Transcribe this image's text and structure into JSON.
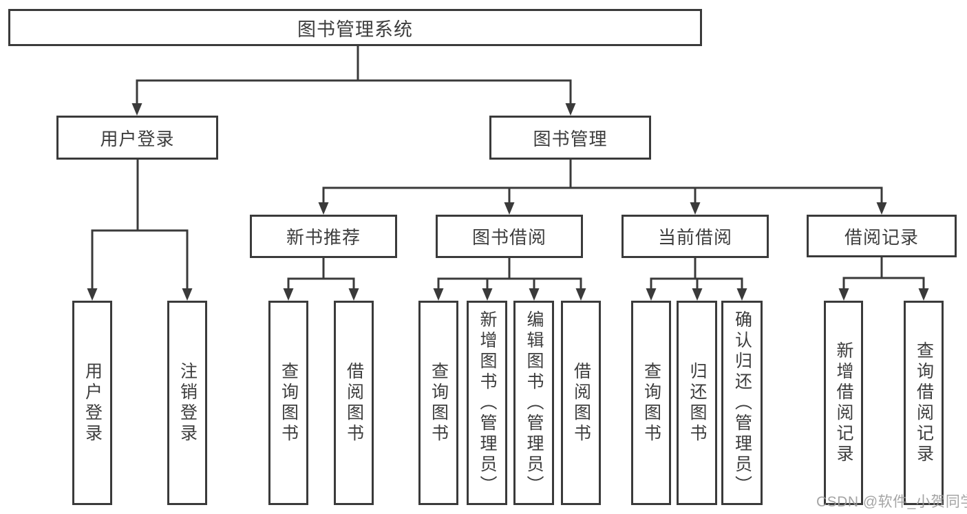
{
  "colors": {
    "line": "#3a3a3a",
    "text": "#3d3d3d",
    "background": "#ffffff",
    "watermark": "#9b9b9b"
  },
  "watermark": {
    "text": "CSDN @软件_小贺同学"
  },
  "tree": {
    "root": {
      "label": "图书管理系统"
    },
    "branches": [
      {
        "label": "用户登录",
        "children": [
          {
            "label": "用户登录"
          },
          {
            "label": "注销登录"
          }
        ]
      },
      {
        "label": "图书管理",
        "sections": [
          {
            "label": "新书推荐",
            "children": [
              {
                "label": "查询图书"
              },
              {
                "label": "借阅图书"
              }
            ]
          },
          {
            "label": "图书借阅",
            "children": [
              {
                "label": "查询图书"
              },
              {
                "label": "新增图书（管理员）"
              },
              {
                "label": "编辑图书（管理员）"
              },
              {
                "label": "借阅图书"
              }
            ]
          },
          {
            "label": "当前借阅",
            "children": [
              {
                "label": "查询图书"
              },
              {
                "label": "归还图书"
              },
              {
                "label": "确认归还（管理员）"
              }
            ]
          },
          {
            "label": "借阅记录",
            "children": [
              {
                "label": "新增借阅记录"
              },
              {
                "label": "查询借阅记录"
              }
            ]
          }
        ]
      }
    ]
  }
}
